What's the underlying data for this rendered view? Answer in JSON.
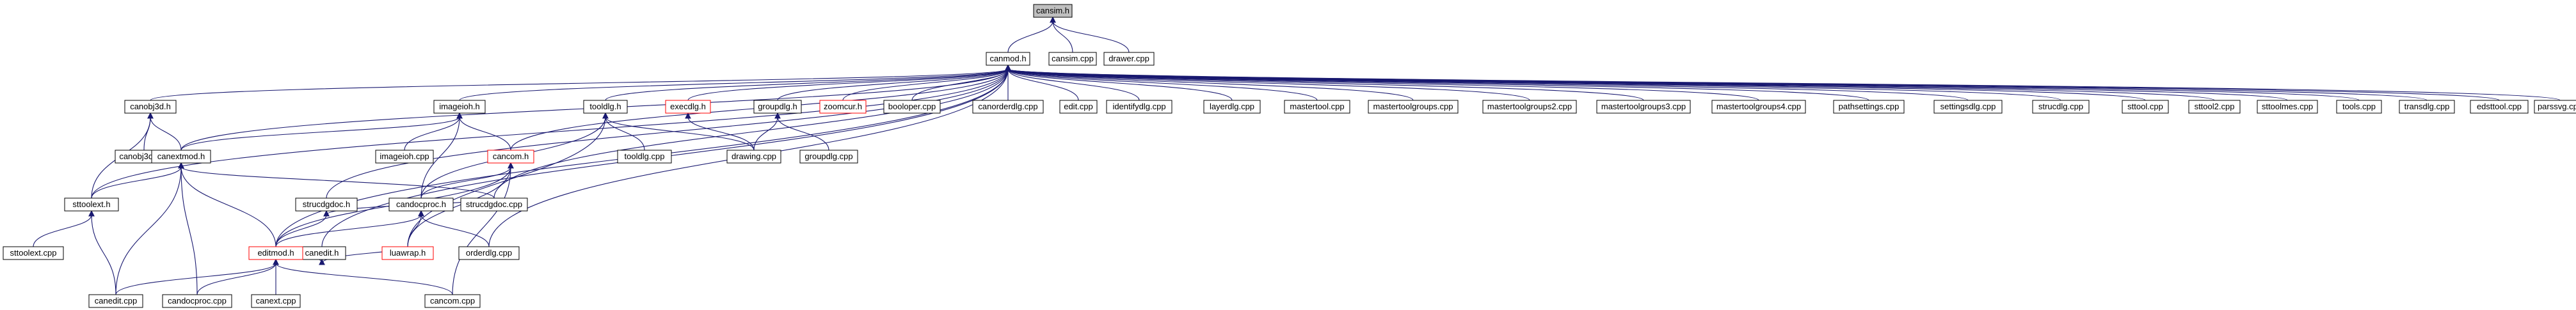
{
  "diagram": {
    "colors": {
      "edge": "#191970",
      "selected_fill": "#bfbfbf",
      "red_border": "#ff0000",
      "border": "#000000",
      "background": "#ffffff"
    },
    "nodes": [
      {
        "id": "cansim_h",
        "label": "cansim.h",
        "kind": "selected"
      },
      {
        "id": "canmod_h",
        "label": "canmod.h",
        "kind": "normal"
      },
      {
        "id": "cansim_cpp",
        "label": "cansim.cpp",
        "kind": "normal"
      },
      {
        "id": "drawer_cpp",
        "label": "drawer.cpp",
        "kind": "normal"
      },
      {
        "id": "canobj3d_h",
        "label": "canobj3d.h",
        "kind": "normal"
      },
      {
        "id": "imageioh_h",
        "label": "imageioh.h",
        "kind": "normal"
      },
      {
        "id": "tooldlg_h",
        "label": "tooldlg.h",
        "kind": "normal"
      },
      {
        "id": "execdlg_h",
        "label": "execdlg.h",
        "kind": "red"
      },
      {
        "id": "groupdlg_h",
        "label": "groupdlg.h",
        "kind": "normal"
      },
      {
        "id": "zoomcur_h",
        "label": "zoomcur.h",
        "kind": "red"
      },
      {
        "id": "booloper_cpp",
        "label": "booloper.cpp",
        "kind": "normal"
      },
      {
        "id": "canorderdlg_cpp",
        "label": "canorderdlg.cpp",
        "kind": "normal"
      },
      {
        "id": "edit_cpp",
        "label": "edit.cpp",
        "kind": "normal"
      },
      {
        "id": "identifydlg_cpp",
        "label": "identifydlg.cpp",
        "kind": "normal"
      },
      {
        "id": "layerdlg_cpp",
        "label": "layerdlg.cpp",
        "kind": "normal"
      },
      {
        "id": "mastertool_cpp",
        "label": "mastertool.cpp",
        "kind": "normal"
      },
      {
        "id": "mastertoolgroups_cpp",
        "label": "mastertoolgroups.cpp",
        "kind": "normal"
      },
      {
        "id": "mastertoolgroups2_cpp",
        "label": "mastertoolgroups2.cpp",
        "kind": "normal"
      },
      {
        "id": "mastertoolgroups3_cpp",
        "label": "mastertoolgroups3.cpp",
        "kind": "normal"
      },
      {
        "id": "mastertoolgroups4_cpp",
        "label": "mastertoolgroups4.cpp",
        "kind": "normal"
      },
      {
        "id": "pathsettings_cpp",
        "label": "pathsettings.cpp",
        "kind": "normal"
      },
      {
        "id": "settingsdlg_cpp",
        "label": "settingsdlg.cpp",
        "kind": "normal"
      },
      {
        "id": "strucdlg_cpp",
        "label": "strucdlg.cpp",
        "kind": "normal"
      },
      {
        "id": "sttool_cpp",
        "label": "sttool.cpp",
        "kind": "normal"
      },
      {
        "id": "sttool2_cpp",
        "label": "sttool2.cpp",
        "kind": "normal"
      },
      {
        "id": "sttoolmes_cpp",
        "label": "sttoolmes.cpp",
        "kind": "normal"
      },
      {
        "id": "tools_cpp",
        "label": "tools.cpp",
        "kind": "normal"
      },
      {
        "id": "transdlg_cpp",
        "label": "transdlg.cpp",
        "kind": "normal"
      },
      {
        "id": "edsttool_cpp",
        "label": "edsttool.cpp",
        "kind": "normal"
      },
      {
        "id": "parssvg_cpp",
        "label": "parssvg.cpp",
        "kind": "normal"
      },
      {
        "id": "canobj3d_cpp",
        "label": "canobj3d.cpp",
        "kind": "normal"
      },
      {
        "id": "imageioh_cpp",
        "label": "imageioh.cpp",
        "kind": "normal"
      },
      {
        "id": "cancom_h",
        "label": "cancom.h",
        "kind": "red"
      },
      {
        "id": "tooldlg_cpp",
        "label": "tooldlg.cpp",
        "kind": "normal"
      },
      {
        "id": "drawing_cpp",
        "label": "drawing.cpp",
        "kind": "normal"
      },
      {
        "id": "groupdlg_cpp",
        "label": "groupdlg.cpp",
        "kind": "normal"
      },
      {
        "id": "canextmod_h",
        "label": "canextmod.h",
        "kind": "normal"
      },
      {
        "id": "strucdgdoc_h",
        "label": "strucdgdoc.h",
        "kind": "normal"
      },
      {
        "id": "sttoolext_h",
        "label": "sttoolext.h",
        "kind": "normal"
      },
      {
        "id": "canedit_h",
        "label": "canedit.h",
        "kind": "normal"
      },
      {
        "id": "candocproc_h",
        "label": "candocproc.h",
        "kind": "normal"
      },
      {
        "id": "strucdgdoc_cpp",
        "label": "strucdgdoc.cpp",
        "kind": "normal"
      },
      {
        "id": "sttoolext_cpp",
        "label": "sttoolext.cpp",
        "kind": "normal"
      },
      {
        "id": "editmod_h",
        "label": "editmod.h",
        "kind": "red"
      },
      {
        "id": "luawrap_h",
        "label": "luawrap.h",
        "kind": "red"
      },
      {
        "id": "orderdlg_cpp",
        "label": "orderdlg.cpp",
        "kind": "normal"
      },
      {
        "id": "canedit_cpp",
        "label": "canedit.cpp",
        "kind": "normal"
      },
      {
        "id": "candocproc_cpp",
        "label": "candocproc.cpp",
        "kind": "normal"
      },
      {
        "id": "canext_cpp",
        "label": "canext.cpp",
        "kind": "normal"
      },
      {
        "id": "cancom_cpp",
        "label": "cancom.cpp",
        "kind": "normal"
      }
    ],
    "edges": [
      [
        "canmod_h",
        "cansim_h"
      ],
      [
        "cansim_cpp",
        "cansim_h"
      ],
      [
        "drawer_cpp",
        "cansim_h"
      ],
      [
        "canobj3d_h",
        "canmod_h"
      ],
      [
        "imageioh_h",
        "canmod_h"
      ],
      [
        "tooldlg_h",
        "canmod_h"
      ],
      [
        "execdlg_h",
        "canmod_h"
      ],
      [
        "groupdlg_h",
        "canmod_h"
      ],
      [
        "zoomcur_h",
        "canmod_h"
      ],
      [
        "booloper_cpp",
        "canmod_h"
      ],
      [
        "canorderdlg_cpp",
        "canmod_h"
      ],
      [
        "edit_cpp",
        "canmod_h"
      ],
      [
        "identifydlg_cpp",
        "canmod_h"
      ],
      [
        "layerdlg_cpp",
        "canmod_h"
      ],
      [
        "mastertool_cpp",
        "canmod_h"
      ],
      [
        "mastertoolgroups_cpp",
        "canmod_h"
      ],
      [
        "mastertoolgroups2_cpp",
        "canmod_h"
      ],
      [
        "mastertoolgroups3_cpp",
        "canmod_h"
      ],
      [
        "mastertoolgroups4_cpp",
        "canmod_h"
      ],
      [
        "pathsettings_cpp",
        "canmod_h"
      ],
      [
        "settingsdlg_cpp",
        "canmod_h"
      ],
      [
        "strucdlg_cpp",
        "canmod_h"
      ],
      [
        "sttool_cpp",
        "canmod_h"
      ],
      [
        "sttool2_cpp",
        "canmod_h"
      ],
      [
        "sttoolmes_cpp",
        "canmod_h"
      ],
      [
        "tools_cpp",
        "canmod_h"
      ],
      [
        "transdlg_cpp",
        "canmod_h"
      ],
      [
        "edsttool_cpp",
        "canmod_h"
      ],
      [
        "parssvg_cpp",
        "canmod_h"
      ],
      [
        "sttoolext_h",
        "canmod_h"
      ],
      [
        "cancom_h",
        "canmod_h"
      ],
      [
        "strucdgdoc_h",
        "canmod_h"
      ],
      [
        "editmod_h",
        "canmod_h"
      ],
      [
        "canedit_h",
        "canmod_h"
      ],
      [
        "strucdgdoc_cpp",
        "canmod_h"
      ],
      [
        "orderdlg_cpp",
        "canmod_h"
      ],
      [
        "canextmod_h",
        "canmod_h"
      ],
      [
        "canobj3d_cpp",
        "canobj3d_h"
      ],
      [
        "canextmod_h",
        "canobj3d_h"
      ],
      [
        "sttoolext_h",
        "canobj3d_h"
      ],
      [
        "imageioh_cpp",
        "imageioh_h"
      ],
      [
        "cancom_h",
        "imageioh_h"
      ],
      [
        "candocproc_h",
        "imageioh_h"
      ],
      [
        "canextmod_h",
        "imageioh_h"
      ],
      [
        "tooldlg_cpp",
        "tooldlg_h"
      ],
      [
        "drawing_cpp",
        "tooldlg_h"
      ],
      [
        "luawrap_h",
        "tooldlg_h"
      ],
      [
        "candocproc_h",
        "tooldlg_h"
      ],
      [
        "drawing_cpp",
        "execdlg_h"
      ],
      [
        "drawing_cpp",
        "groupdlg_h"
      ],
      [
        "groupdlg_cpp",
        "groupdlg_h"
      ],
      [
        "editmod_h",
        "cancom_h"
      ],
      [
        "cancom_cpp",
        "cancom_h"
      ],
      [
        "candocproc_h",
        "cancom_h"
      ],
      [
        "luawrap_h",
        "cancom_h"
      ],
      [
        "sttoolext_h",
        "canextmod_h"
      ],
      [
        "editmod_h",
        "canextmod_h"
      ],
      [
        "canedit_cpp",
        "canextmod_h"
      ],
      [
        "candocproc_cpp",
        "canextmod_h"
      ],
      [
        "strucdgdoc_cpp",
        "canextmod_h"
      ],
      [
        "editmod_h",
        "strucdgdoc_h"
      ],
      [
        "strucdgdoc_cpp",
        "strucdgdoc_h"
      ],
      [
        "sttoolext_cpp",
        "sttoolext_h"
      ],
      [
        "canedit_cpp",
        "sttoolext_h"
      ],
      [
        "editmod_h",
        "canedit_h"
      ],
      [
        "luawrap_h",
        "canedit_h"
      ],
      [
        "editmod_h",
        "candocproc_h"
      ],
      [
        "luawrap_h",
        "candocproc_h"
      ],
      [
        "orderdlg_cpp",
        "candocproc_h"
      ],
      [
        "canedit_cpp",
        "editmod_h"
      ],
      [
        "candocproc_cpp",
        "editmod_h"
      ],
      [
        "canext_cpp",
        "editmod_h"
      ],
      [
        "cancom_cpp",
        "editmod_h"
      ]
    ]
  }
}
